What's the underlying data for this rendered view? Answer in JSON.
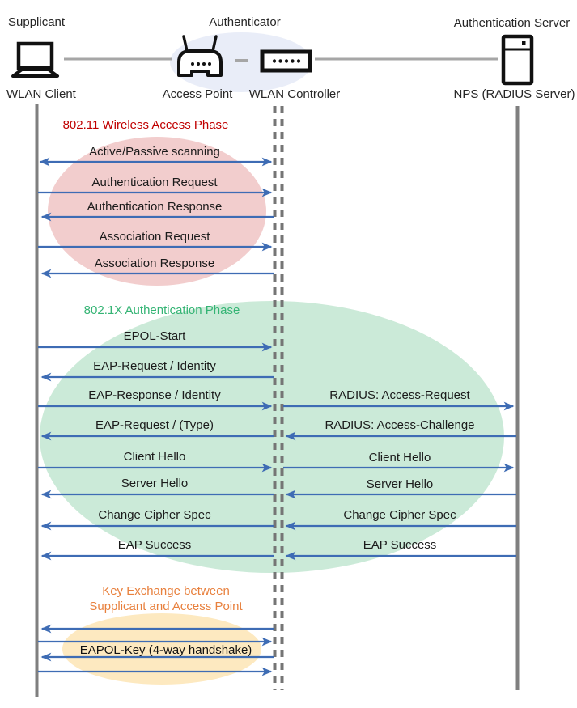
{
  "actors": {
    "supplicant": {
      "role": "Supplicant",
      "device": "WLAN Client"
    },
    "authenticator": {
      "role": "Authenticator",
      "access_point": "Access Point",
      "controller": "WLAN Controller",
      "highlight_fill": "#E9EDF8"
    },
    "authentication_server": {
      "role": "Authentication Server",
      "device": "NPS (RADIUS Server)"
    }
  },
  "colors": {
    "arrow": "#3E6CB4",
    "lifeline": "#7F7F7F",
    "connector": "#A6A6A6"
  },
  "phase1": {
    "title": "802.11 Wireless Access Phase",
    "title_color": "#C00000",
    "fill": "#F2CDCD",
    "messages": [
      {
        "label": "Active/Passive scanning",
        "direction": "both"
      },
      {
        "label": "Authentication Request",
        "direction": "right"
      },
      {
        "label": "Authentication Response",
        "direction": "left"
      },
      {
        "label": "Association Request",
        "direction": "right"
      },
      {
        "label": "Association Response",
        "direction": "left"
      }
    ]
  },
  "phase2": {
    "title": "802.1X Authentication Phase",
    "title_color": "#34B474",
    "fill": "#CBEAD8",
    "left_messages": [
      {
        "label": "EPOL-Start",
        "direction": "right"
      },
      {
        "label": "EAP-Request / Identity",
        "direction": "left"
      },
      {
        "label": "EAP-Response / Identity",
        "direction": "right"
      },
      {
        "label": "EAP-Request / (Type)",
        "direction": "left"
      },
      {
        "label": "Client Hello",
        "direction": "right"
      },
      {
        "label": "Server Hello",
        "direction": "left"
      },
      {
        "label": "Change Cipher Spec",
        "direction": "left"
      },
      {
        "label": "EAP Success",
        "direction": "left"
      }
    ],
    "right_messages": [
      {
        "label": "RADIUS: Access-Request",
        "direction": "right"
      },
      {
        "label": "RADIUS: Access-Challenge",
        "direction": "left"
      },
      {
        "label": "Client Hello",
        "direction": "right"
      },
      {
        "label": "Server Hello",
        "direction": "left"
      },
      {
        "label": "Change Cipher Spec",
        "direction": "left"
      },
      {
        "label": "EAP Success",
        "direction": "left"
      }
    ]
  },
  "phase3": {
    "title_line1": "Key Exchange between",
    "title_line2": "Supplicant and Access Point",
    "title_color": "#E8803D",
    "fill": "#FDE9C0",
    "label": "EAPOL-Key (4-way handshake)",
    "arrows": [
      "left",
      "right",
      "left",
      "right"
    ]
  }
}
